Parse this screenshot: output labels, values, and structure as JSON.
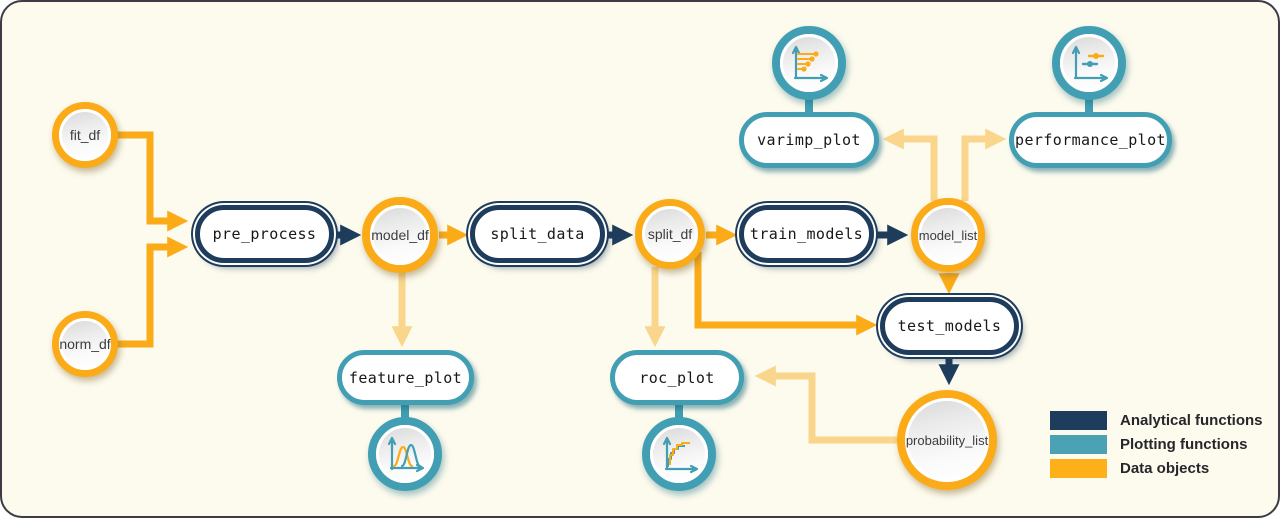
{
  "colors": {
    "analytical_navy": "#1e3d5c",
    "plotting_teal": "#429fb3",
    "data_orange": "#fbab18",
    "pale_arrow": "#f9d68c",
    "background": "#fdfbee"
  },
  "nodes": {
    "fit_df": {
      "label": "fit_df",
      "type": "data-object"
    },
    "norm_df": {
      "label": "norm_df",
      "type": "data-object"
    },
    "pre_process": {
      "label": "pre_process",
      "type": "analytical-function"
    },
    "model_df": {
      "label": "model_df",
      "type": "data-object"
    },
    "split_data": {
      "label": "split_data",
      "type": "analytical-function"
    },
    "split_df": {
      "label": "split_df",
      "type": "data-object"
    },
    "train_models": {
      "label": "train_models",
      "type": "analytical-function"
    },
    "model_list": {
      "label": "model_list",
      "type": "data-object"
    },
    "test_models": {
      "label": "test_models",
      "type": "analytical-function"
    },
    "probability_list": {
      "label": "probability_list",
      "type": "data-object"
    },
    "varimp_plot": {
      "label": "varimp_plot",
      "type": "plotting-function",
      "icon": "lollipop-chart-icon"
    },
    "performance_plot": {
      "label": "performance_plot",
      "type": "plotting-function",
      "icon": "point-range-chart-icon"
    },
    "feature_plot": {
      "label": "feature_plot",
      "type": "plotting-function",
      "icon": "density-curves-chart-icon"
    },
    "roc_plot": {
      "label": "roc_plot",
      "type": "plotting-function",
      "icon": "roc-curve-chart-icon"
    }
  },
  "edges": [
    {
      "from": "fit_df",
      "to": "pre_process",
      "style": "orange"
    },
    {
      "from": "norm_df",
      "to": "pre_process",
      "style": "orange"
    },
    {
      "from": "pre_process",
      "to": "model_df",
      "style": "navy"
    },
    {
      "from": "model_df",
      "to": "split_data",
      "style": "orange"
    },
    {
      "from": "model_df",
      "to": "feature_plot",
      "style": "pale-orange"
    },
    {
      "from": "split_data",
      "to": "split_df",
      "style": "navy"
    },
    {
      "from": "split_df",
      "to": "train_models",
      "style": "orange"
    },
    {
      "from": "split_df",
      "to": "roc_plot",
      "style": "pale-orange"
    },
    {
      "from": "split_df",
      "to": "test_models",
      "style": "orange"
    },
    {
      "from": "train_models",
      "to": "model_list",
      "style": "navy"
    },
    {
      "from": "model_list",
      "to": "varimp_plot",
      "style": "pale-orange"
    },
    {
      "from": "model_list",
      "to": "performance_plot",
      "style": "pale-orange"
    },
    {
      "from": "model_list",
      "to": "test_models",
      "style": "orange"
    },
    {
      "from": "test_models",
      "to": "probability_list",
      "style": "navy"
    },
    {
      "from": "probability_list",
      "to": "roc_plot",
      "style": "pale-orange"
    }
  ],
  "legend": {
    "items": [
      {
        "label": "Analytical functions",
        "color": "#1e3d5c"
      },
      {
        "label": "Plotting functions",
        "color": "#4ba2b4"
      },
      {
        "label": "Data objects",
        "color": "#fdb019"
      }
    ]
  }
}
